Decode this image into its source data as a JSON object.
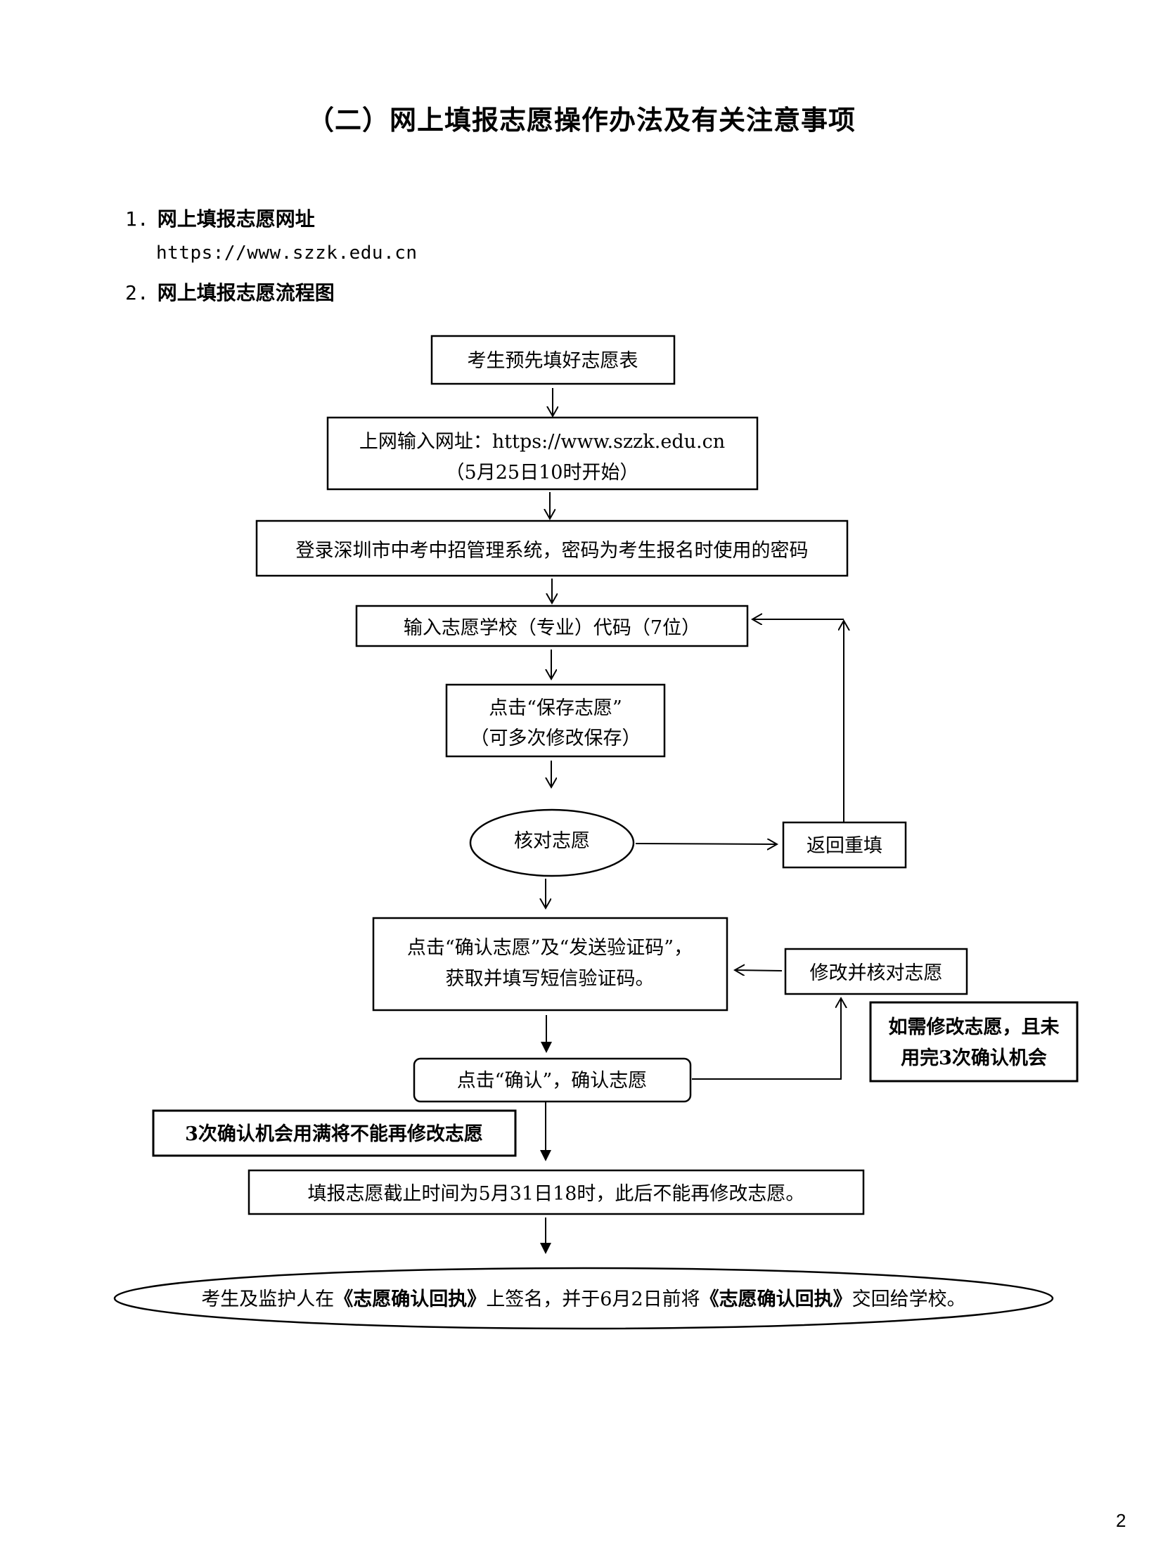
{
  "document": {
    "title": "（二）网上填报志愿操作办法及有关注意事项",
    "sections": [
      {
        "number": "1.",
        "heading": "网上填报志愿网址",
        "content": "https://www.szzk.edu.cn"
      },
      {
        "number": "2.",
        "heading": "网上填报志愿流程图"
      }
    ],
    "page_number": "2"
  },
  "flowchart": {
    "steps": {
      "prepare_form": "考生预先填好志愿表",
      "enter_url_line1": "上网输入网址：https://www.szzk.edu.cn",
      "enter_url_line2": "（5月25日10时开始）",
      "login": "登录深圳市中考中招管理系统，密码为考生报名时使用的密码",
      "enter_code": "输入志愿学校（专业）代码（7位）",
      "save_line1": "点击“保存志愿”",
      "save_line2": "（可多次修改保存）",
      "check": "核对志愿",
      "return_refill": "返回重填",
      "confirm_send_line1": "点击“确认志愿”及“发送验证码”，",
      "confirm_send_line2": "获取并填写短信验证码。",
      "modify_check": "修改并核对志愿",
      "modify_note_line1": "如需修改志愿，且未",
      "modify_note_line2": "用完3次确认机会",
      "click_confirm": "点击“确认”，确认志愿",
      "limit_note": "3次确认机会用满将不能再修改志愿",
      "deadline": "填报志愿截止时间为5月31日18时，此后不能再修改志愿。",
      "final_part1": "考生及监护人在",
      "final_book1": "《志愿确认回执》",
      "final_part2": "上签名，并于6月2日前将",
      "final_book2": "《志愿确认回执》",
      "final_part3": "交回给学校。"
    }
  }
}
